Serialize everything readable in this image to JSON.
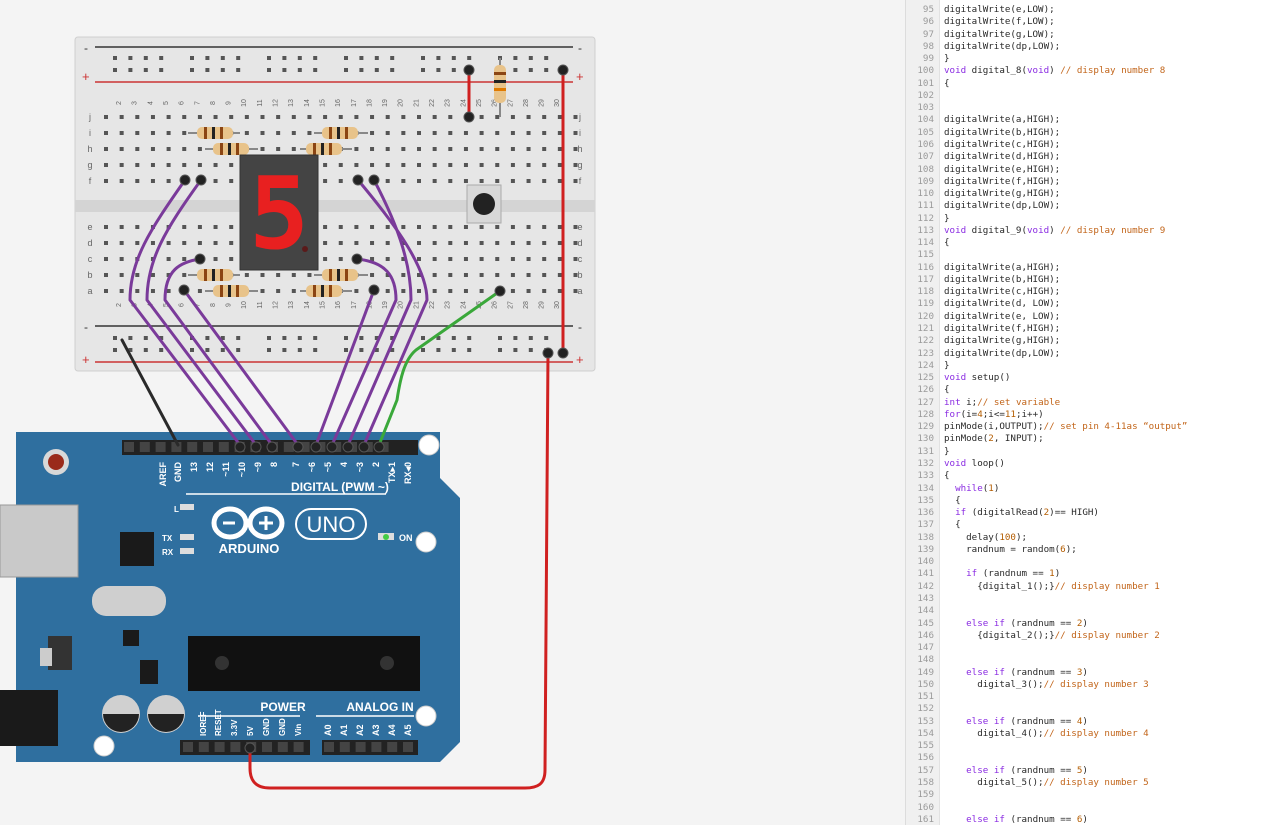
{
  "breadboard": {
    "rail_top": "-",
    "rail_plus": "+",
    "rail_minus": "-",
    "row_labels_top": [
      "j",
      "i",
      "h",
      "g",
      "f"
    ],
    "row_labels_bottom": [
      "e",
      "d",
      "c",
      "b",
      "a"
    ],
    "col_labels": [
      "2",
      "3",
      "4",
      "5",
      "6",
      "7",
      "8",
      "9",
      "10",
      "11",
      "12",
      "13",
      "14",
      "15",
      "16",
      "17",
      "18",
      "19",
      "20",
      "21",
      "22",
      "23",
      "24",
      "25",
      "26",
      "27",
      "28",
      "29",
      "30"
    ]
  },
  "seven_segment": {
    "digit": "5"
  },
  "arduino": {
    "logo_text": "ARDUINO",
    "model": "UNO",
    "on_label": "ON",
    "digital_label": "DIGITAL (PWM ~)",
    "power_label": "POWER",
    "analog_label": "ANALOG IN",
    "tx_label": "TX",
    "rx_label": "RX",
    "l_label": "L",
    "digital_pins": [
      "AREF",
      "GND",
      "13",
      "12",
      "~11",
      "~10",
      "~9",
      "8",
      "7",
      "~6",
      "~5",
      "4",
      "~3",
      "2",
      "TX▸1",
      "RX◂0"
    ],
    "power_pins": [
      "IOREF",
      "RESET",
      "3.3V",
      "5V",
      "GND",
      "GND",
      "Vin"
    ],
    "analog_pins": [
      "A0",
      "A1",
      "A2",
      "A3",
      "A4",
      "A5"
    ]
  },
  "colors": {
    "board_blue": "#2f6f9f",
    "wire_purple": "#7a3a9a",
    "wire_red": "#d02020",
    "wire_green": "#3aa83a",
    "wire_black": "#2a2a2a",
    "segment_red": "#e82020"
  },
  "code": {
    "lines": [
      {
        "n": "95",
        "t": "digitalWrite(e,LOW);"
      },
      {
        "n": "96",
        "t": "digitalWrite(f,LOW);"
      },
      {
        "n": "97",
        "t": "digitalWrite(g,LOW);"
      },
      {
        "n": "98",
        "t": "digitalWrite(dp,LOW);"
      },
      {
        "n": "99",
        "t": "}"
      },
      {
        "n": "100",
        "t": "void digital_8(void) // display number 8"
      },
      {
        "n": "101",
        "t": "{"
      },
      {
        "n": "102",
        "t": ""
      },
      {
        "n": "103",
        "t": ""
      },
      {
        "n": "104",
        "t": "digitalWrite(a,HIGH);"
      },
      {
        "n": "105",
        "t": "digitalWrite(b,HIGH);"
      },
      {
        "n": "106",
        "t": "digitalWrite(c,HIGH);"
      },
      {
        "n": "107",
        "t": "digitalWrite(d,HIGH);"
      },
      {
        "n": "108",
        "t": "digitalWrite(e,HIGH);"
      },
      {
        "n": "109",
        "t": "digitalWrite(f,HIGH);"
      },
      {
        "n": "110",
        "t": "digitalWrite(g,HIGH);"
      },
      {
        "n": "111",
        "t": "digitalWrite(dp,LOW);"
      },
      {
        "n": "112",
        "t": "}"
      },
      {
        "n": "113",
        "t": "void digital_9(void) // display number 9"
      },
      {
        "n": "114",
        "t": "{"
      },
      {
        "n": "115",
        "t": ""
      },
      {
        "n": "116",
        "t": "digitalWrite(a,HIGH);"
      },
      {
        "n": "117",
        "t": "digitalWrite(b,HIGH);"
      },
      {
        "n": "118",
        "t": "digitalWrite(c,HIGH);"
      },
      {
        "n": "119",
        "t": "digitalWrite(d, LOW);"
      },
      {
        "n": "120",
        "t": "digitalWrite(e, LOW);"
      },
      {
        "n": "121",
        "t": "digitalWrite(f,HIGH);"
      },
      {
        "n": "122",
        "t": "digitalWrite(g,HIGH);"
      },
      {
        "n": "123",
        "t": "digitalWrite(dp,LOW);"
      },
      {
        "n": "124",
        "t": "}"
      },
      {
        "n": "125",
        "t": "void setup()"
      },
      {
        "n": "126",
        "t": "{"
      },
      {
        "n": "127",
        "t": "int i;// set variable"
      },
      {
        "n": "128",
        "t": "for(i=4;i<=11;i++)"
      },
      {
        "n": "129",
        "t": "pinMode(i,OUTPUT);// set pin 4-11as “output”"
      },
      {
        "n": "130",
        "t": "pinMode(2, INPUT);"
      },
      {
        "n": "131",
        "t": "}"
      },
      {
        "n": "132",
        "t": "void loop()"
      },
      {
        "n": "133",
        "t": "{"
      },
      {
        "n": "134",
        "t": "  while(1)"
      },
      {
        "n": "135",
        "t": "  {"
      },
      {
        "n": "136",
        "t": "  if (digitalRead(2)== HIGH)"
      },
      {
        "n": "137",
        "t": "  {"
      },
      {
        "n": "138",
        "t": "    delay(100);"
      },
      {
        "n": "139",
        "t": "    randnum = random(6);"
      },
      {
        "n": "140",
        "t": ""
      },
      {
        "n": "141",
        "t": "    if (randnum == 1)"
      },
      {
        "n": "142",
        "t": "      {digital_1();}// display number 1"
      },
      {
        "n": "143",
        "t": ""
      },
      {
        "n": "144",
        "t": ""
      },
      {
        "n": "145",
        "t": "    else if (randnum == 2)"
      },
      {
        "n": "146",
        "t": "      {digital_2();}// display number 2"
      },
      {
        "n": "147",
        "t": ""
      },
      {
        "n": "148",
        "t": ""
      },
      {
        "n": "149",
        "t": "    else if (randnum == 3)"
      },
      {
        "n": "150",
        "t": "      digital_3();// display number 3"
      },
      {
        "n": "151",
        "t": ""
      },
      {
        "n": "152",
        "t": ""
      },
      {
        "n": "153",
        "t": "    else if (randnum == 4)"
      },
      {
        "n": "154",
        "t": "      digital_4();// display number 4"
      },
      {
        "n": "155",
        "t": ""
      },
      {
        "n": "156",
        "t": ""
      },
      {
        "n": "157",
        "t": "    else if (randnum == 5)"
      },
      {
        "n": "158",
        "t": "      digital_5();// display number 5"
      },
      {
        "n": "159",
        "t": ""
      },
      {
        "n": "160",
        "t": ""
      },
      {
        "n": "161",
        "t": "    else if (randnum == 6)"
      }
    ]
  }
}
